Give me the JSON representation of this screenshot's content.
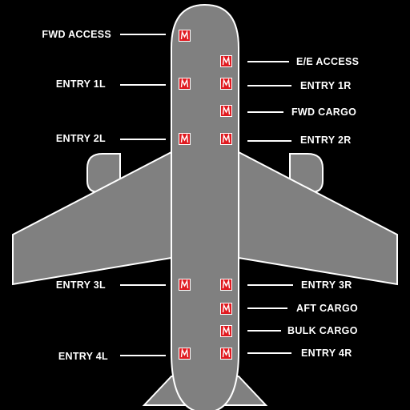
{
  "colors": {
    "background": "#000000",
    "fuselage": "#808080",
    "outline": "#ffffff",
    "door_button": "#e0191f",
    "door_glyph": "#ffffff"
  },
  "doors": {
    "fwd_access": {
      "label": "FWD ACCESS",
      "side": "left",
      "button_icon": "m-icon"
    },
    "ee_access": {
      "label": "E/E ACCESS",
      "side": "right",
      "button_icon": "m-icon"
    },
    "entry_1l": {
      "label": "ENTRY 1L",
      "side": "left",
      "button_icon": "m-icon"
    },
    "entry_1r": {
      "label": "ENTRY 1R",
      "side": "right",
      "button_icon": "m-icon"
    },
    "fwd_cargo": {
      "label": "FWD CARGO",
      "side": "right",
      "button_icon": "m-icon"
    },
    "entry_2l": {
      "label": "ENTRY 2L",
      "side": "left",
      "button_icon": "m-icon"
    },
    "entry_2r": {
      "label": "ENTRY 2R",
      "side": "right",
      "button_icon": "m-icon"
    },
    "entry_3l": {
      "label": "ENTRY 3L",
      "side": "left",
      "button_icon": "m-icon"
    },
    "entry_3r": {
      "label": "ENTRY 3R",
      "side": "right",
      "button_icon": "m-icon"
    },
    "aft_cargo": {
      "label": "AFT CARGO",
      "side": "right",
      "button_icon": "m-icon"
    },
    "bulk_cargo": {
      "label": "BULK CARGO",
      "side": "right",
      "button_icon": "m-icon"
    },
    "entry_4l": {
      "label": "ENTRY 4L",
      "side": "left",
      "button_icon": "m-icon"
    },
    "entry_4r": {
      "label": "ENTRY 4R",
      "side": "right",
      "button_icon": "m-icon"
    }
  }
}
